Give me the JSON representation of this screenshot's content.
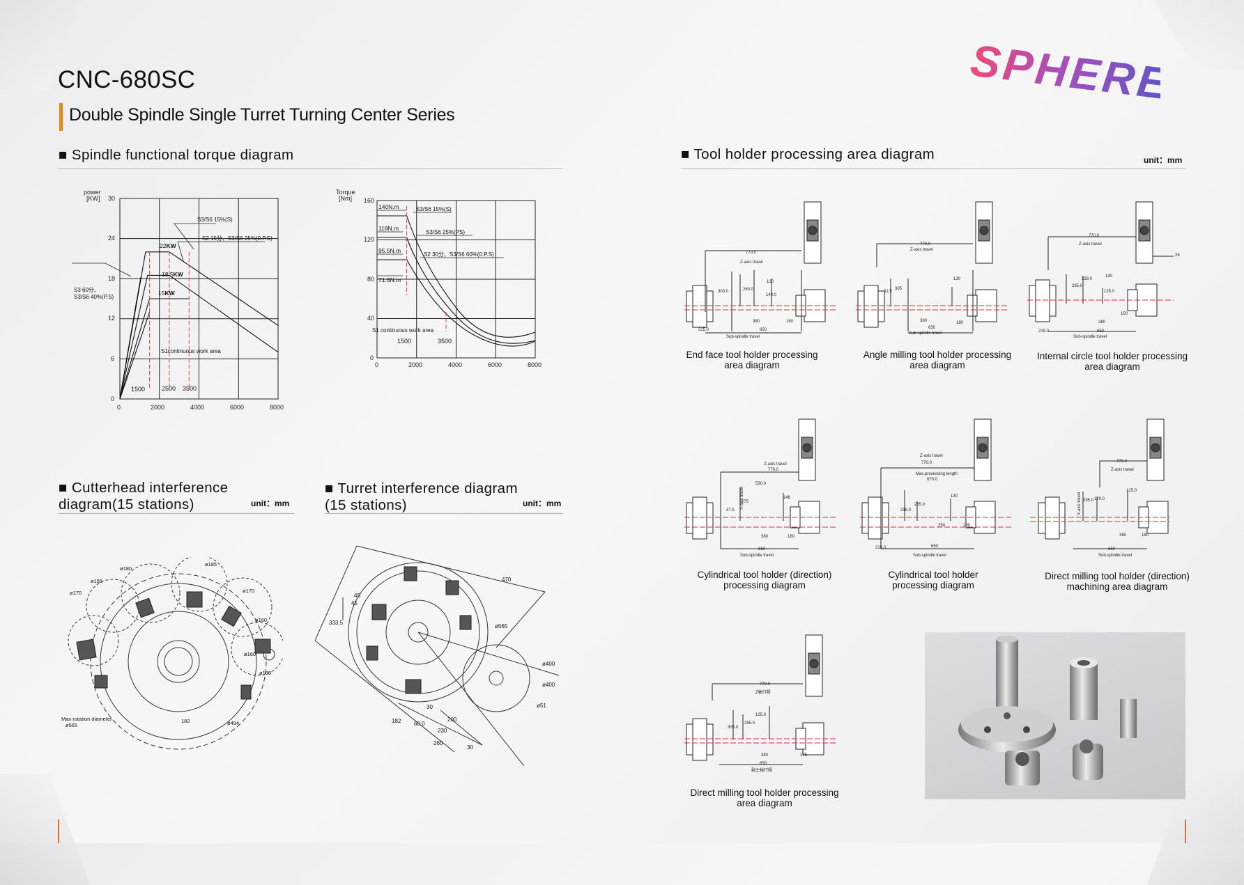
{
  "header": {
    "model": "CNC-680SC",
    "subtitle": "Double Spindle Single Turret Turning Center Series",
    "logo_text": "SPHERE"
  },
  "sections": {
    "torque": {
      "title": "■ Spindle functional torque diagram"
    },
    "tool_holder": {
      "title": "■ Tool holder processing area diagram",
      "unit": "unit：mm"
    },
    "cutterhead": {
      "title_line1": "■ Cutterhead interference",
      "title_line2": "diagram(15 stations)",
      "unit": "unit：mm"
    },
    "turret": {
      "title_line1": "■ Turret interference diagram",
      "title_line2": "(15 stations)",
      "unit": "unit：mm"
    }
  },
  "chart_data": [
    {
      "type": "line",
      "ylabel": "power\n[KW]",
      "xlim": [
        0,
        8000
      ],
      "ylim": [
        0,
        30
      ],
      "x_ticks": [
        "0",
        "2000",
        "4000",
        "6000",
        "8000"
      ],
      "y_ticks": [
        "0",
        "6",
        "12",
        "18",
        "24",
        "30"
      ],
      "grid": true,
      "series": [
        {
          "name": "S3/S6 15%(S)",
          "x": [
            0,
            1300,
            2500,
            8000
          ],
          "y": [
            0,
            22,
            22,
            11
          ]
        },
        {
          "name": "S2 15分、S3/S6 25%(0.P.S)",
          "x": [
            0,
            1400,
            2500,
            8000
          ],
          "y": [
            0,
            18.5,
            18.5,
            7
          ]
        },
        {
          "name": "S3 60分、S3/S6 40%(P.S)",
          "x": [
            0,
            1500,
            3500
          ],
          "y": [
            0,
            15,
            15
          ]
        },
        {
          "name": "S1continuous work area",
          "x": [
            0,
            1500
          ],
          "y": [
            0,
            13
          ]
        }
      ],
      "annotations": [
        "22KW",
        "18.5KW",
        "15KW",
        "S3/S6 15%(S)",
        "S2 15分、S3/S6 25%(0.P.S)",
        "S3 60分、",
        "S3/S6 40%(P.S)",
        "S1continuous work area",
        "1500",
        "2500",
        "3500"
      ]
    },
    {
      "type": "line",
      "ylabel": "Torque\n[Nm]",
      "xlim": [
        0,
        8000
      ],
      "ylim": [
        0,
        160
      ],
      "x_ticks": [
        "0",
        "2000",
        "4000",
        "6000",
        "8000"
      ],
      "y_ticks": [
        "0",
        "40",
        "80",
        "120",
        "160"
      ],
      "grid": true,
      "series": [
        {
          "name": "S3/S6 15%(S)",
          "x": [
            0,
            1500,
            2500,
            4000,
            6000,
            8000
          ],
          "y": [
            140,
            140,
            84,
            52,
            35,
            26
          ]
        },
        {
          "name": "S3/S6 25%(PS)",
          "x": [
            0,
            1500,
            2500,
            4000,
            6000,
            8000
          ],
          "y": [
            118,
            118,
            71,
            44,
            29,
            22
          ]
        },
        {
          "name": "S2 30分、S3/S6 60%(0.P.S)",
          "x": [
            0,
            1500,
            3500,
            5000,
            6500,
            8000
          ],
          "y": [
            95.5,
            95.5,
            41,
            29,
            21,
            17
          ]
        }
      ],
      "annotations": [
        "140N.m",
        "118N.m",
        "95.5N.m",
        "71.6N.m",
        "S1 continuous work area",
        "1500",
        "3500"
      ]
    }
  ],
  "tool_diagrams": [
    {
      "caption": "End face tool holder processing\narea diagram",
      "labels": [
        "770.0",
        "Z-axis travel",
        "Sub-spindle travel",
        "650",
        "215.0",
        "380",
        "180",
        "303.0",
        "263.0",
        "120",
        "143.0"
      ]
    },
    {
      "caption": "Angle milling tool holder processing\narea diagram",
      "labels": [
        "770.0",
        "Z-axis travel",
        "Sub-spindle travel",
        "650",
        "380",
        "180",
        "305",
        "31.5",
        "130"
      ]
    },
    {
      "caption": "Internal circle tool holder processing\narea diagram",
      "labels": [
        "770.0",
        "Z-axis travel",
        "Sub-spindle travel",
        "650",
        "215.0",
        "380",
        "150",
        "295.0",
        "125.0",
        "233.0",
        "130",
        "25"
      ]
    },
    {
      "caption": "Cylindrical tool holder (direction)\nprocessing diagram",
      "labels": [
        "Z-axis travel",
        "770.0",
        "530.0",
        "275",
        "X-axis travel",
        "148",
        "37.5",
        "380",
        "180",
        "650",
        "Sub-spindle travel"
      ]
    },
    {
      "caption": "Cylindrical tool holder\nprocessing diagram",
      "labels": [
        "Z-axis travel",
        "770.0",
        "Max.processing length",
        "670.0",
        "315.0",
        "235.0",
        "130",
        "250",
        "150",
        "215.0",
        "650",
        "Sub-spindle travel"
      ]
    },
    {
      "caption": "Direct milling tool holder (direction)\nmachining area diagram",
      "labels": [
        "770.0",
        "Z-axis travel",
        "X-axis travel",
        "125.0",
        "295.0",
        "170.0",
        "350",
        "180",
        "650",
        "Sub-spindle travel"
      ]
    },
    {
      "caption": "Direct milling tool holder processing\narea diagram",
      "labels": [
        "770.0",
        "Z轴行程",
        "305.0",
        "255.0",
        "125.0",
        "380",
        "175",
        "650",
        "副主轴行程"
      ]
    }
  ],
  "cutterhead_labels": [
    "ø180",
    "ø185",
    "ø155",
    "ø170",
    "ø170",
    "ø160",
    "ø160",
    "ø160",
    "Max rotation diameter",
    "ø565",
    "182",
    "ø494"
  ],
  "turret_labels": [
    "470",
    "45",
    "45",
    "333.5",
    "ø565",
    "ø400",
    "ø400",
    "ø51",
    "30",
    "182",
    "60.0",
    "200",
    "230",
    "260",
    "30"
  ]
}
